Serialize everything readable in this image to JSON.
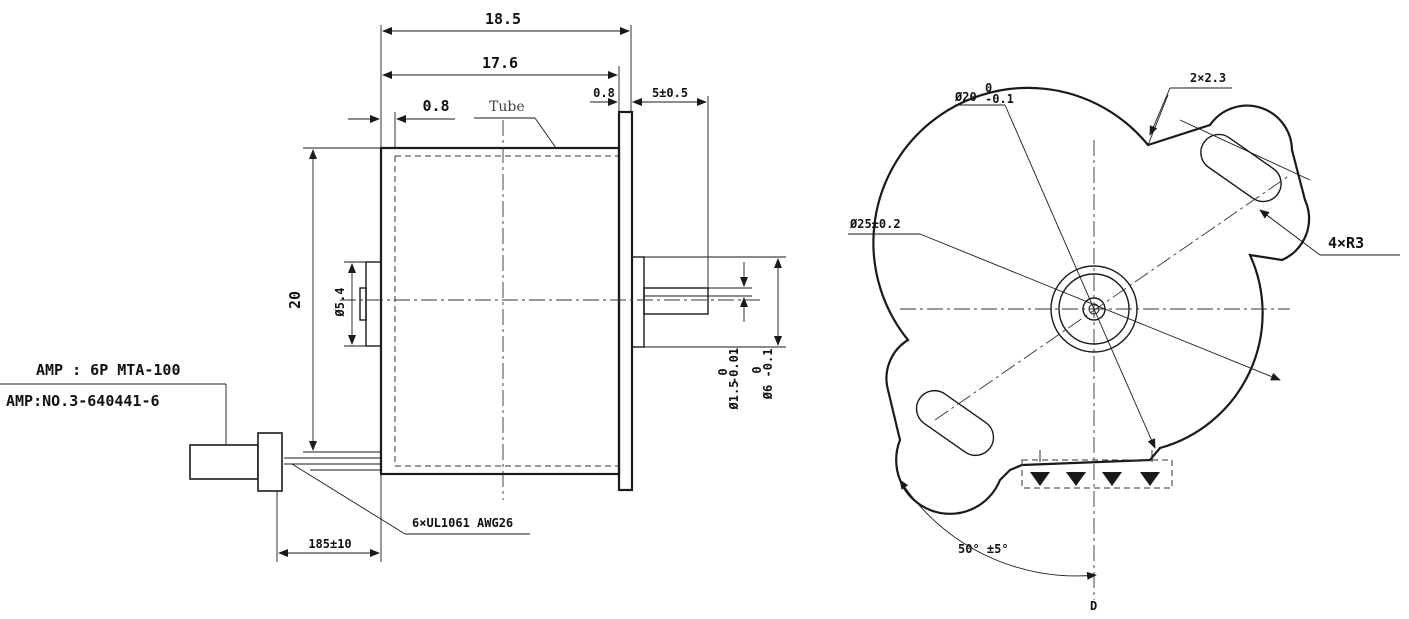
{
  "side_view": {
    "dim_overall_length": "18.5",
    "dim_body_length": "17.6",
    "dim_rear_cap": "0.8",
    "dim_flange": "0.8",
    "dim_shaft_length": "5±0.5",
    "dim_height": "20",
    "dim_rear_boss": "Ø5.4",
    "dim_shaft_flat": "Ø1.5",
    "dim_shaft_flat_tol_upper": "0",
    "dim_shaft_flat_tol_lower": "-0.01",
    "dim_shaft_dia": "Ø6",
    "dim_shaft_dia_tol_upper": "0",
    "dim_shaft_dia_tol_lower": "-0.1",
    "tube_label": "Tube",
    "connector_line1": "AMP : 6P MTA-100",
    "connector_line2": "AMP:NO.3-640441-6",
    "wire_spec": "6×UL1061 AWG26",
    "lead_length": "185±10"
  },
  "front_view": {
    "dim_pilot": "Ø20",
    "dim_pilot_tol_upper": "0",
    "dim_pilot_tol_lower": "-0.1",
    "dim_mounting_circle": "Ø25±0.2",
    "dim_slot_width": "2×2.3",
    "dim_radius": "4×R3",
    "angle_label": "50° ±5°",
    "view_label": "D"
  }
}
